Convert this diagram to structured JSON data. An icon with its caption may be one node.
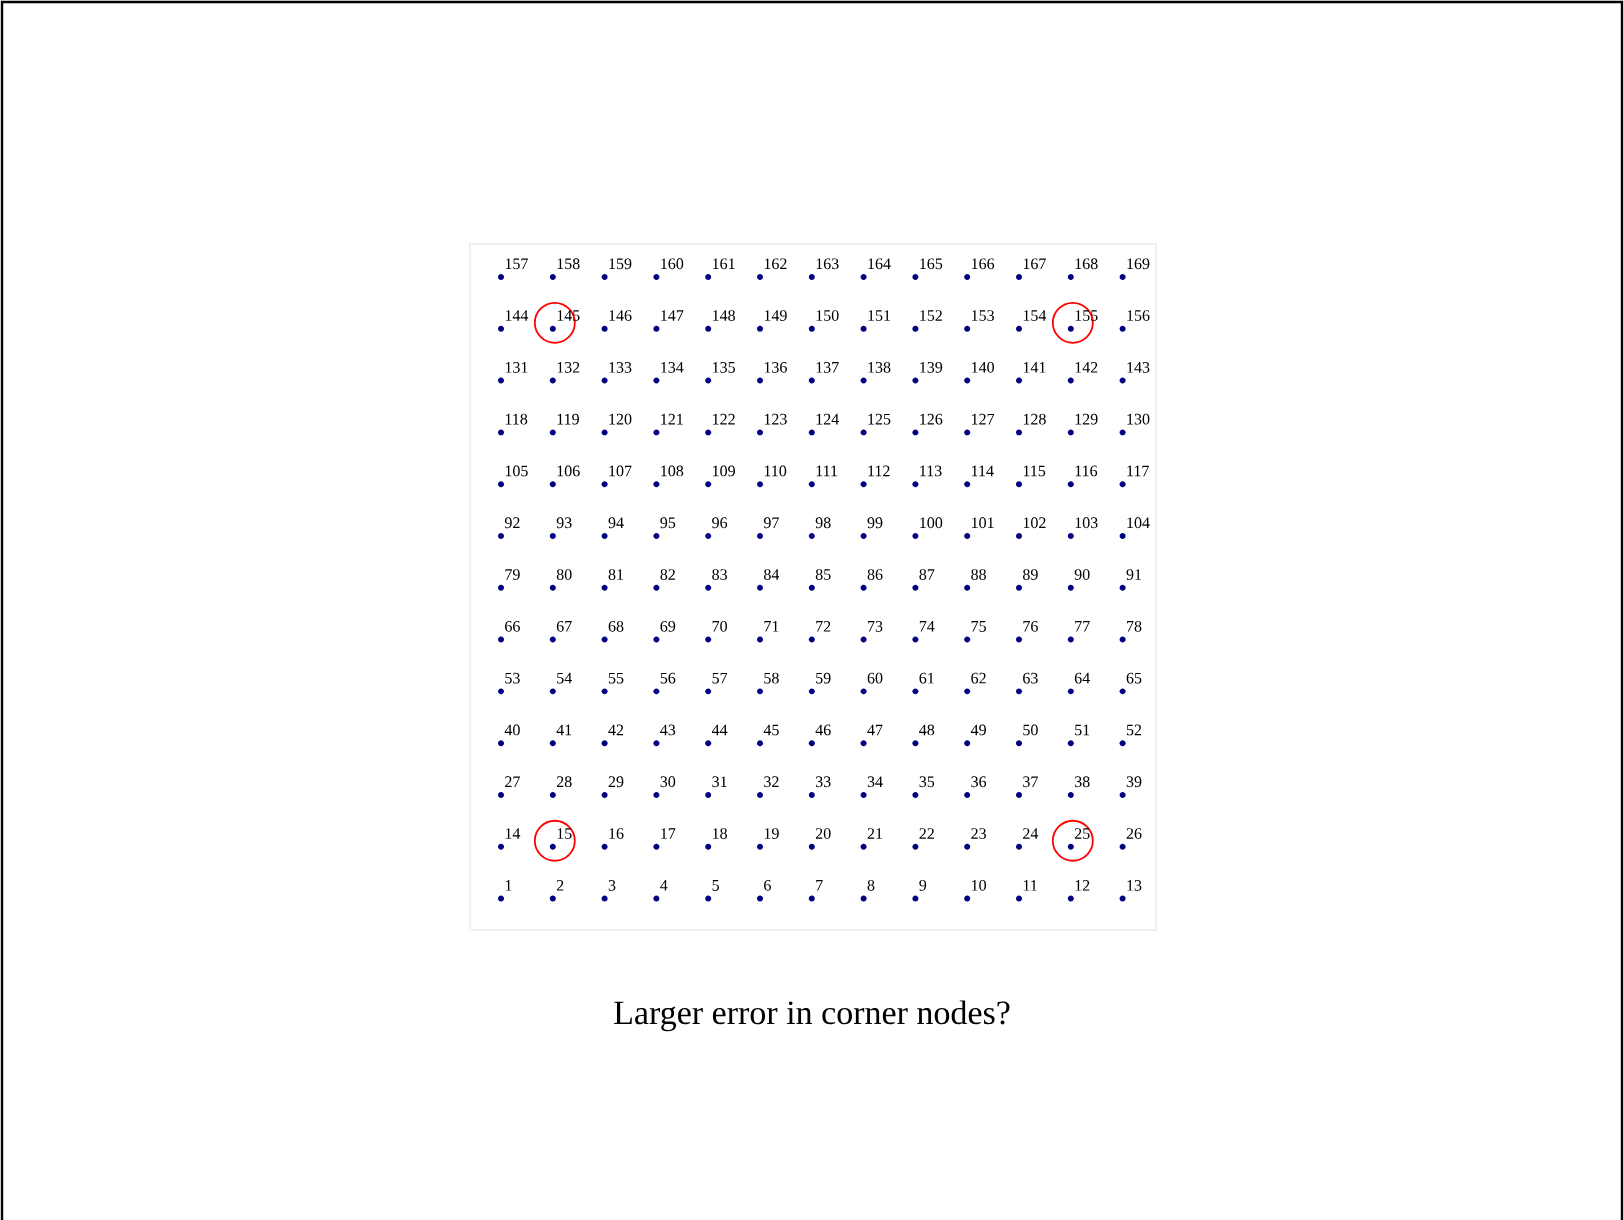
{
  "diagram": {
    "caption": "Larger error in corner nodes?",
    "nodes": [
      {
        "text": [],
        "shape": "circle"
      },
      {
        "text": [],
        "shape": "circle"
      },
      {
        "text": [],
        "shape": "circle"
      },
      {
        "text": [],
        "shape": "circle"
      }
    ],
    "labels": [
      "157",
      "158",
      "159",
      "160",
      "161",
      "162",
      "163",
      "164",
      "165",
      "166",
      "167",
      "168",
      "169",
      "144",
      "145",
      "146",
      "147",
      "148",
      "149",
      "150",
      "151",
      "152",
      "153",
      "154",
      "155",
      "156",
      "131",
      "132",
      "133",
      "134",
      "135",
      "136",
      "137",
      "138",
      "139",
      "140",
      "141",
      "142",
      "143",
      "118",
      "119",
      "120",
      "121",
      "122",
      "123",
      "124",
      "125",
      "126",
      "127",
      "128",
      "129",
      "130",
      "105",
      "106",
      "107",
      "108",
      "109",
      "110",
      "111",
      "112",
      "113",
      "114",
      "115",
      "116",
      "117",
      "92",
      "93",
      "94",
      "95",
      "96",
      "97",
      "98",
      "99",
      "100",
      "101",
      "102",
      "103",
      "104",
      "79",
      "80",
      "81",
      "82",
      "83",
      "84",
      "85",
      "86",
      "87",
      "88",
      "89",
      "90",
      "91",
      "66",
      "67",
      "68",
      "69",
      "70",
      "71",
      "72",
      "73",
      "74",
      "75",
      "76",
      "77",
      "78",
      "53",
      "54",
      "55",
      "56",
      "57",
      "58",
      "59",
      "60",
      "61",
      "62",
      "63",
      "64",
      "65",
      "40",
      "41",
      "42",
      "43",
      "44",
      "45",
      "46",
      "47",
      "48",
      "49",
      "50",
      "51",
      "52",
      "27",
      "28",
      "29",
      "30",
      "31",
      "32",
      "33",
      "34",
      "35",
      "36",
      "37",
      "38",
      "39",
      "14",
      "15",
      "16",
      "17",
      "18",
      "19",
      "20",
      "21",
      "22",
      "23",
      "24",
      "25",
      "26",
      "1",
      "2",
      "3",
      "4",
      "5",
      "6",
      "7",
      "8",
      "9",
      "10",
      "11",
      "12",
      "13"
    ]
  }
}
